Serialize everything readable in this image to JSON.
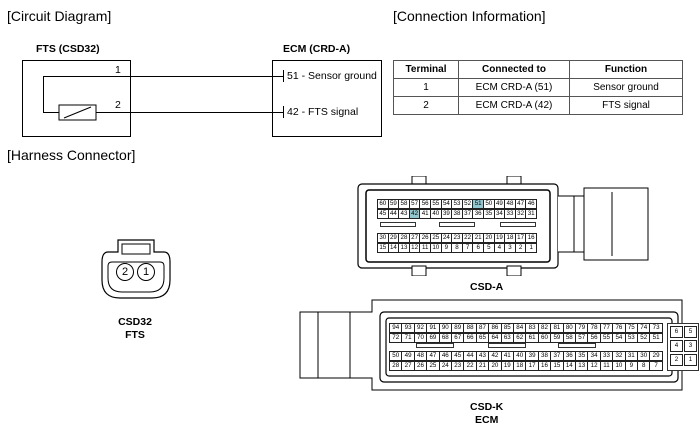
{
  "sections": {
    "circuit": "[Circuit Diagram]",
    "connection": "[Connection Information]",
    "harness": "[Harness Connector]"
  },
  "circuit": {
    "fts_title": "FTS (CSD32)",
    "ecm_title": "ECM (CRD-A)",
    "pin1": "1",
    "pin2": "2",
    "ecm_line1": "51 - Sensor ground",
    "ecm_line2": "42 - FTS signal"
  },
  "connection_table": {
    "headers": [
      "Terminal",
      "Connected to",
      "Function"
    ],
    "rows": [
      [
        "1",
        "ECM CRD-A (51)",
        "Sensor ground"
      ],
      [
        "2",
        "ECM CRD-A (42)",
        "FTS signal"
      ]
    ]
  },
  "connectors": {
    "csd32": {
      "pins": [
        "2",
        "1"
      ],
      "name": "CSD32",
      "sub": "FTS"
    },
    "csd_a": {
      "name": "CSD-A",
      "highlight": [
        "51",
        "42"
      ],
      "rows": [
        [
          "60",
          "59",
          "58",
          "57",
          "56",
          "55",
          "54",
          "53",
          "52",
          "51",
          "50",
          "49",
          "48",
          "47",
          "46"
        ],
        [
          "45",
          "44",
          "43",
          "42",
          "41",
          "40",
          "39",
          "38",
          "37",
          "36",
          "35",
          "34",
          "33",
          "32",
          "31"
        ],
        [
          "30",
          "29",
          "28",
          "27",
          "26",
          "25",
          "24",
          "23",
          "22",
          "21",
          "20",
          "19",
          "18",
          "17",
          "16"
        ],
        [
          "15",
          "14",
          "13",
          "12",
          "11",
          "10",
          "9",
          "8",
          "7",
          "6",
          "5",
          "4",
          "3",
          "2",
          "1"
        ]
      ]
    },
    "csd_k": {
      "name": "CSD-K",
      "sub": "ECM",
      "rows": [
        [
          "94",
          "93",
          "92",
          "91",
          "90",
          "89",
          "88",
          "87",
          "86",
          "85",
          "84",
          "83",
          "82",
          "81",
          "80",
          "79",
          "78",
          "77",
          "76",
          "75",
          "74",
          "73"
        ],
        [
          "72",
          "71",
          "70",
          "69",
          "68",
          "67",
          "66",
          "65",
          "64",
          "63",
          "62",
          "61",
          "60",
          "59",
          "58",
          "57",
          "56",
          "55",
          "54",
          "53",
          "52",
          "51"
        ],
        [
          "50",
          "49",
          "48",
          "47",
          "46",
          "45",
          "44",
          "43",
          "42",
          "41",
          "40",
          "39",
          "38",
          "37",
          "36",
          "35",
          "34",
          "33",
          "32",
          "31",
          "30",
          "29"
        ],
        [
          "28",
          "27",
          "26",
          "25",
          "24",
          "23",
          "22",
          "21",
          "20",
          "19",
          "18",
          "17",
          "16",
          "15",
          "14",
          "13",
          "12",
          "11",
          "10",
          "9",
          "8",
          "7"
        ]
      ],
      "side": [
        [
          "6",
          "5"
        ],
        [
          "4",
          "3"
        ],
        [
          "2",
          "1"
        ]
      ]
    }
  }
}
